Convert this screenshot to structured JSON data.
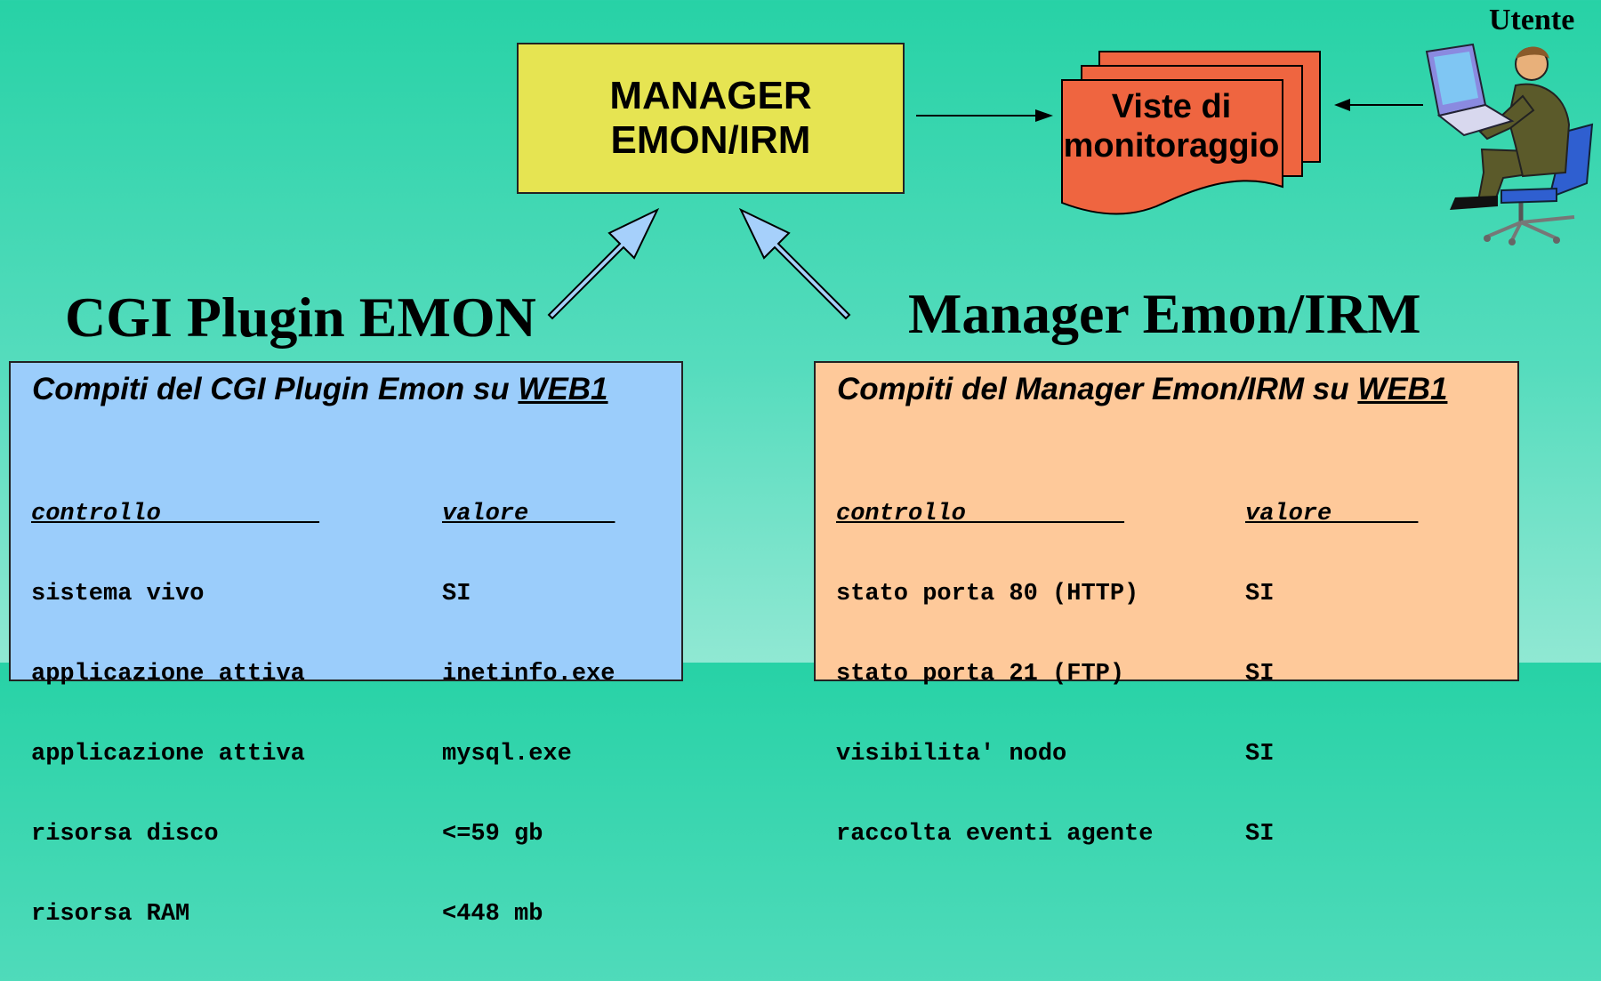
{
  "manager_box": {
    "line1": "MANAGER",
    "line2": "EMON/IRM"
  },
  "views_doc": {
    "line1": "Viste di",
    "line2": "monitoraggio"
  },
  "user_label": "Utente",
  "left_heading": "CGI Plugin EMON",
  "right_heading": "Manager Emon/IRM",
  "left_panel": {
    "title_prefix": "Compiti del CGI Plugin Emon su ",
    "title_host": "WEB1",
    "header_control": "controllo           ",
    "header_value": "valore      ",
    "rows": [
      {
        "control": "sistema vivo",
        "value": "SI"
      },
      {
        "control": "applicazione attiva",
        "value": "inetinfo.exe"
      },
      {
        "control": "applicazione attiva",
        "value": "mysql.exe"
      },
      {
        "control": "risorsa disco",
        "value": "<=59 gb"
      },
      {
        "control": "risorsa RAM",
        "value": "<448 mb"
      }
    ]
  },
  "right_panel": {
    "title_prefix": "Compiti del Manager Emon/IRM su ",
    "title_host": "WEB1",
    "header_control": "controllo           ",
    "header_value": "valore      ",
    "rows": [
      {
        "control": "stato porta 80 (HTTP)",
        "value": "SI"
      },
      {
        "control": "stato porta 21 (FTP)",
        "value": "SI"
      },
      {
        "control": "visibilita' nodo",
        "value": "SI"
      },
      {
        "control": "raccolta eventi agente",
        "value": "SI"
      }
    ]
  },
  "colors": {
    "manager_fill": "#e6e452",
    "doc_fill": "#ef6540",
    "arrow_fill": "#a6d0fb",
    "left_panel_fill": "#9bcdfb",
    "right_panel_fill": "#fec99a"
  }
}
